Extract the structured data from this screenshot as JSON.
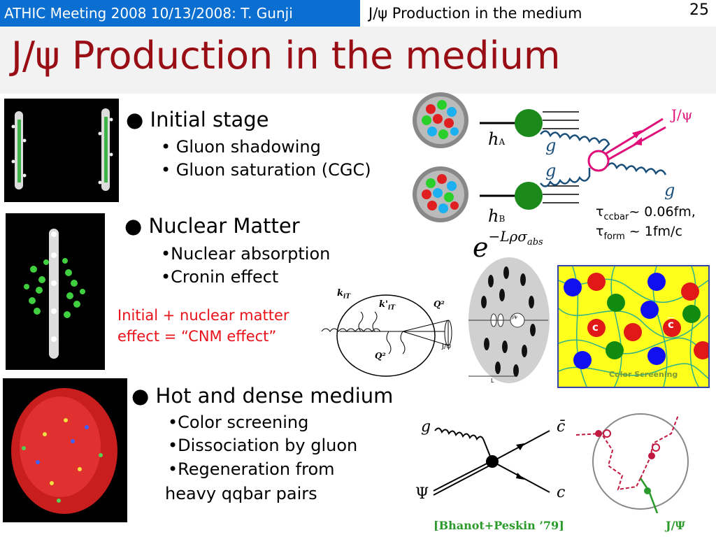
{
  "header": {
    "left": "ATHIC Meeting 2008 10/13/2008: T. Gunji",
    "right_title": "J/ψ Production in the medium",
    "page_number": "25"
  },
  "title": "J/ψ Production in the medium",
  "sections": {
    "initial": {
      "heading": "Initial stage",
      "items": [
        "• Gluon shadowing",
        "• Gluon saturation (CGC)"
      ]
    },
    "nuclear": {
      "heading": "Nuclear Matter",
      "items": [
        "•Nuclear absorption",
        "•Cronin effect"
      ],
      "note_line1": "Initial + nuclear matter",
      "note_line2": "effect = “CNM effect”"
    },
    "hot": {
      "heading": "Hot and dense medium",
      "items": [
        "•Color screening",
        "•Dissociation by gluon",
        "•Regeneration from",
        "heavy qqbar pairs"
      ]
    }
  },
  "diagram_fusion": {
    "hA": "h",
    "hA_sub": "A",
    "hB": "h",
    "hB_sub": "B",
    "g": "g",
    "jpsi": "J/ψ",
    "tau1": "τ",
    "tau1_sub": "ccbar",
    "tau1_val": "~ 0.06fm,",
    "tau2": "τ",
    "tau2_sub": "form",
    "tau2_val": " ~ 1fm/c"
  },
  "absorption": {
    "e": "e",
    "exponent": "−Lρσ",
    "exp_sub": "abs",
    "L": "L",
    "jpsi": "J/ψ"
  },
  "cronin": {
    "k1": "k",
    "k1_sub": "iT",
    "k2": "k'",
    "k2_sub": "iT",
    "Q2a": "Q²",
    "Q2b": "Q²",
    "jpsi": "J/ψ"
  },
  "screening": {
    "c1": "c",
    "c2": "c",
    "caption": "Color Screening"
  },
  "dissociation": {
    "g": "g",
    "cbar": "c̄",
    "psi": "Ψ",
    "c": "c",
    "citation": "[Bhanot+Peskin ’79]"
  },
  "regeneration": {
    "label": "J/Ψ"
  }
}
